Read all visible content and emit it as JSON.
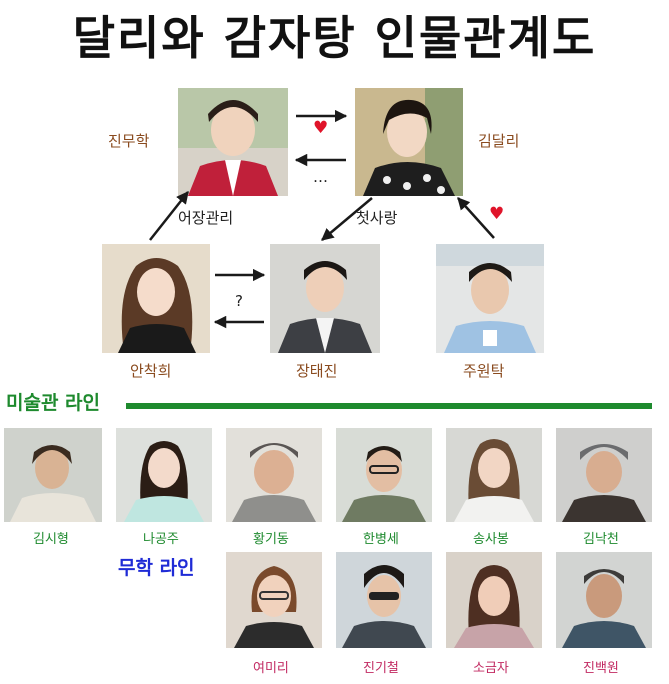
{
  "title": "달리와 감자탕 인물관계도",
  "relations": {
    "questionmark": "?",
    "ellipsis": "…",
    "first_love": "첫사랑",
    "fishfarm": "어장관리",
    "heart": "♥"
  },
  "main_characters": [
    {
      "id": "jin-muhak",
      "name": "진무학"
    },
    {
      "id": "kim-dali",
      "name": "김달리"
    },
    {
      "id": "an-chakhui",
      "name": "안착희"
    },
    {
      "id": "jang-taejin",
      "name": "장태진"
    },
    {
      "id": "ju-wontak",
      "name": "주원탁"
    }
  ],
  "museum_line": {
    "label": "미술관 라인",
    "color": "#1e8a2e",
    "members": [
      "김시형",
      "나공주",
      "황기동",
      "한병세",
      "송사봉",
      "김낙천"
    ]
  },
  "muhak_line": {
    "label": "무학 라인",
    "color": "#1f2bd6",
    "members": [
      "여미리",
      "진기철",
      "소금자",
      "진백원"
    ]
  },
  "colors": {
    "main_name": "#8a4b1f",
    "heart": "#e0142a",
    "museum_name": "#1e8a2e",
    "muhak_name": "#c22a62",
    "muhak_label": "#1f2bd6"
  }
}
